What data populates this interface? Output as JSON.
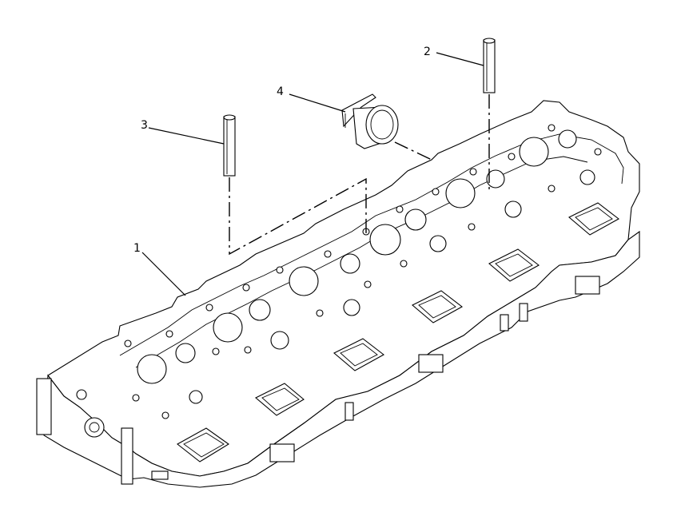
{
  "diagram": {
    "callouts": [
      {
        "id": "1",
        "label": "1"
      },
      {
        "id": "2",
        "label": "2"
      },
      {
        "id": "3",
        "label": "3"
      },
      {
        "id": "4",
        "label": "4"
      }
    ],
    "colors": {
      "ink": "#000000",
      "paper": "#ffffff"
    }
  }
}
